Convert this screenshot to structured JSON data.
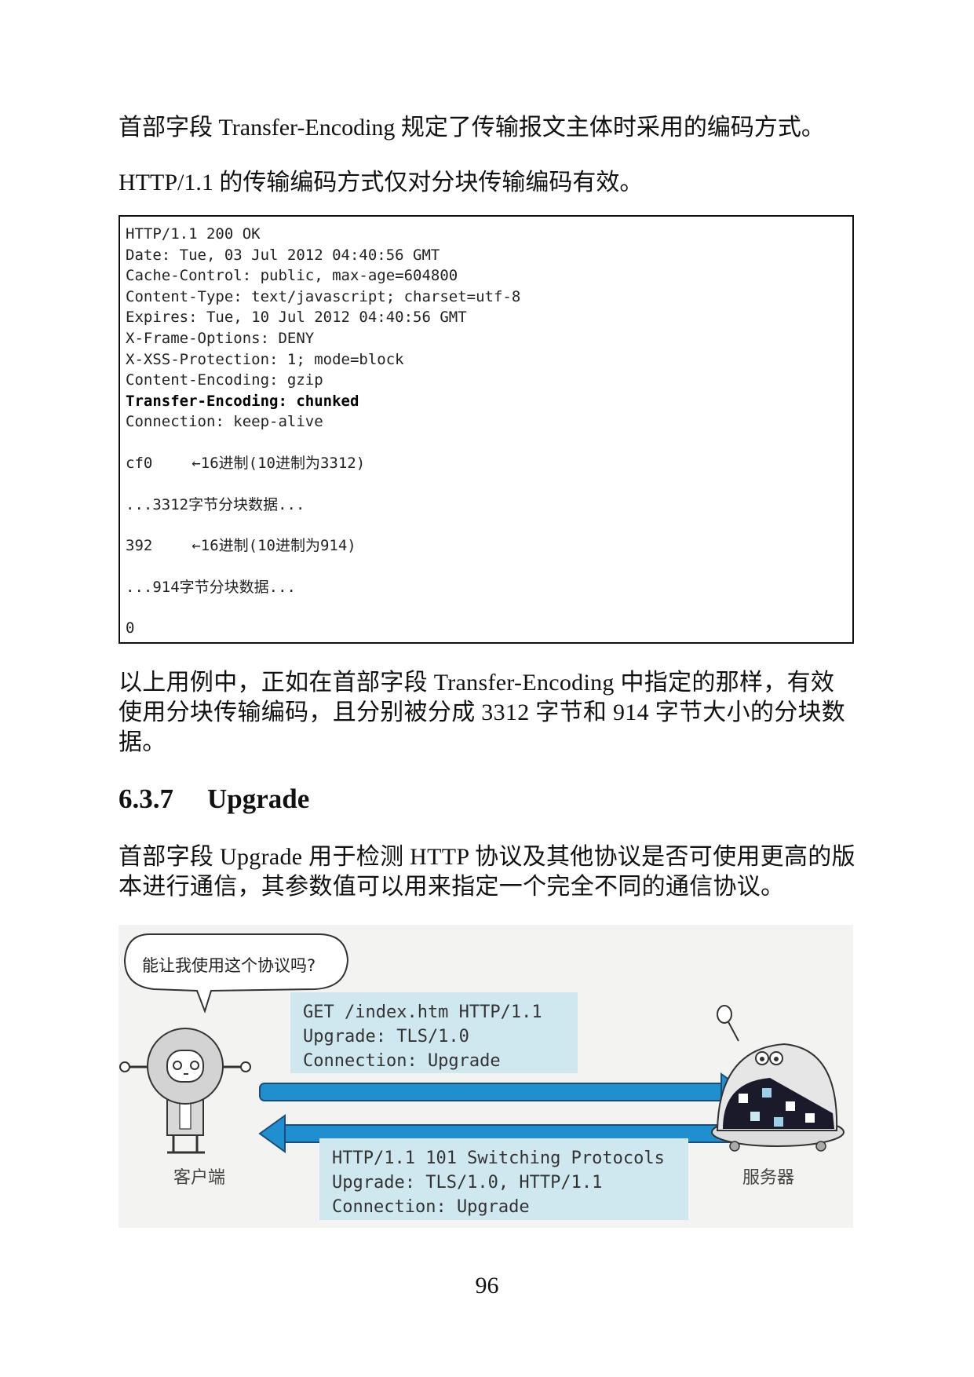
{
  "paragraphs": {
    "intro": "首部字段 Transfer-Encoding 规定了传输报文主体时采用的编码方式。",
    "http11_note": "HTTP/1.1 的传输编码方式仅对分块传输编码有效。",
    "explanation": "以上用例中，正如在首部字段 Transfer-Encoding 中指定的那样，有效使用分块传输编码，且分别被分成 3312 字节和 914 字节大小的分块数据。",
    "upgrade_desc": "首部字段 Upgrade 用于检测 HTTP 协议及其他协议是否可使用更高的版本进行通信，其参数值可以用来指定一个完全不同的通信协议。"
  },
  "code_example": {
    "headers": [
      "HTTP/1.1 200 OK",
      "Date: Tue, 03 Jul 2012 04:40:56 GMT",
      "Cache-Control: public, max-age=604800",
      "Content-Type: text/javascript; charset=utf-8",
      "Expires: Tue, 10 Jul 2012 04:40:56 GMT",
      "X-Frame-Options: DENY",
      "X-XSS-Protection: 1; mode=block",
      "Content-Encoding: gzip",
      "Transfer-Encoding: chunked",
      "Connection: keep-alive"
    ],
    "chunk1_size": "cf0",
    "chunk1_note": "←16进制(10进制为3312)",
    "chunk1_data": "...3312字节分块数据...",
    "chunk2_size": "392",
    "chunk2_note": "←16进制(10进制为914)",
    "chunk2_data": "...914字节分块数据...",
    "terminator": "0"
  },
  "section": {
    "number": "6.3.7",
    "title": "Upgrade"
  },
  "figure": {
    "bubble": "能让我使用这个协议吗?",
    "request": "GET /index.htm HTTP/1.1\nUpgrade: TLS/1.0\nConnection: Upgrade",
    "response": "HTTP/1.1 101 Switching Protocols\nUpgrade: TLS/1.0, HTTP/1.1\nConnection: Upgrade",
    "client_label": "客户端",
    "server_label": "服务器",
    "arrow_color": "#1f8fd0",
    "box_color": "#cfe8ef"
  },
  "page_number": "96"
}
